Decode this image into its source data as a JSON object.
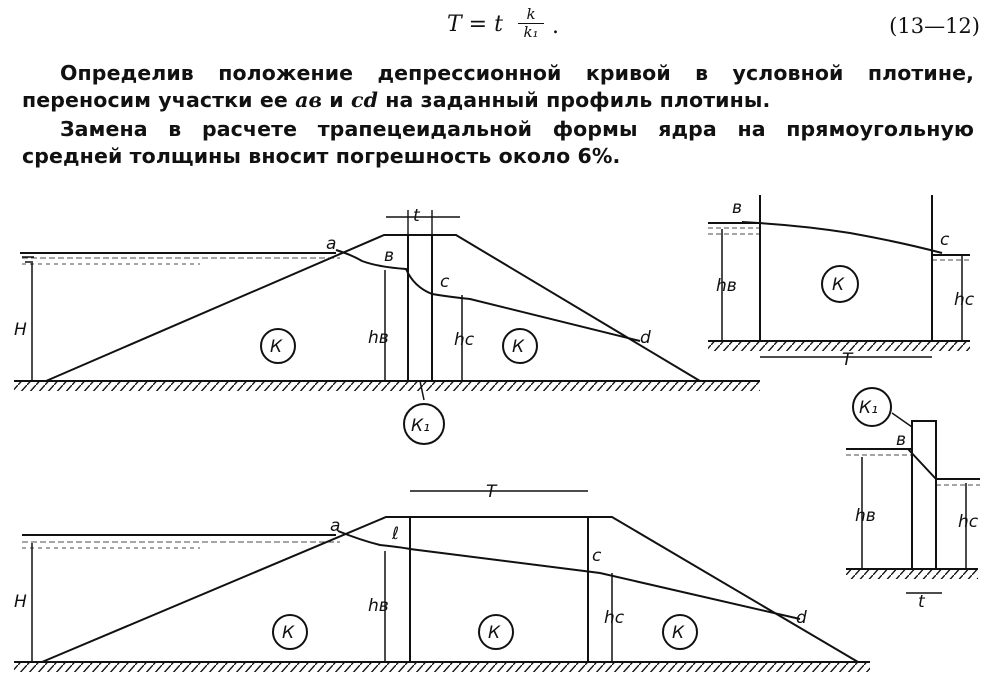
{
  "formula": {
    "lhs": "T = t",
    "numerator": "k",
    "denominator": "k₁",
    "trailing": ".",
    "number": "(13—12)"
  },
  "paragraphs": [
    {
      "text": "Определив положение депрессионной кривой в условной плотине, переносим участки ее ",
      "var1": "ав",
      "mid": " и ",
      "var2": "cd",
      "tail": " на заданный профиль плотины."
    },
    {
      "text": "Замена в расчете трапецеидальной формы ядра на прямоугольную средней толщины вносит погрешность около 6%."
    }
  ],
  "figure": {
    "labels": {
      "H": "H",
      "a": "a",
      "b": "в",
      "c": "c",
      "d": "d",
      "t": "t",
      "T": "T",
      "K": "К",
      "K1": "К₁",
      "hb": "hв",
      "hc": "hc",
      "b_script": "ℓ"
    }
  }
}
